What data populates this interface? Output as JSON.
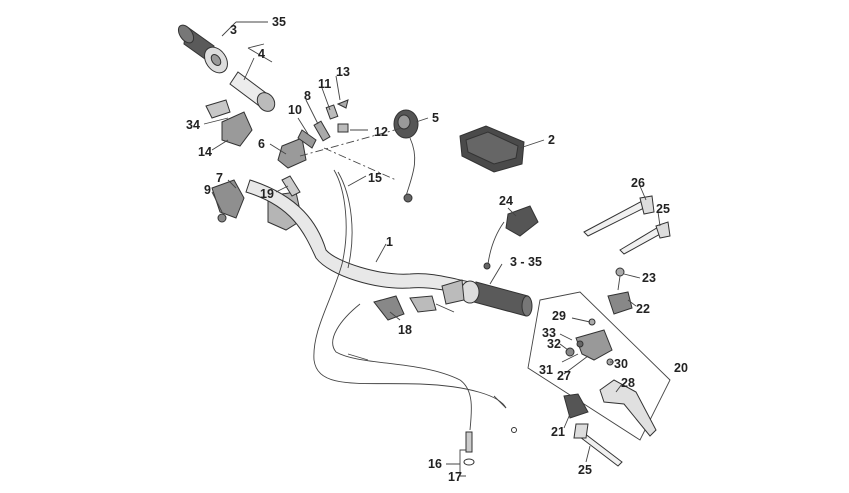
{
  "labels": {
    "p1": "1",
    "p2": "2",
    "p3": "3",
    "p3_35": "3 - 35",
    "p4": "4",
    "p5": "5",
    "p6": "6",
    "p7": "7",
    "p8": "8",
    "p9": "9",
    "p10": "10",
    "p11": "11",
    "p12": "12",
    "p13": "13",
    "p14": "14",
    "p15": "15",
    "p16": "16",
    "p17": "17",
    "p18": "18",
    "p19": "19",
    "p20": "20",
    "p21": "21",
    "p22": "22",
    "p23": "23",
    "p24": "24",
    "p25a": "25",
    "p25b": "25",
    "p26": "26",
    "p27": "27",
    "p28": "28",
    "p29": "29",
    "p30": "30",
    "p31": "31",
    "p32": "32",
    "p33": "33",
    "p34": "34",
    "p35": "35"
  }
}
